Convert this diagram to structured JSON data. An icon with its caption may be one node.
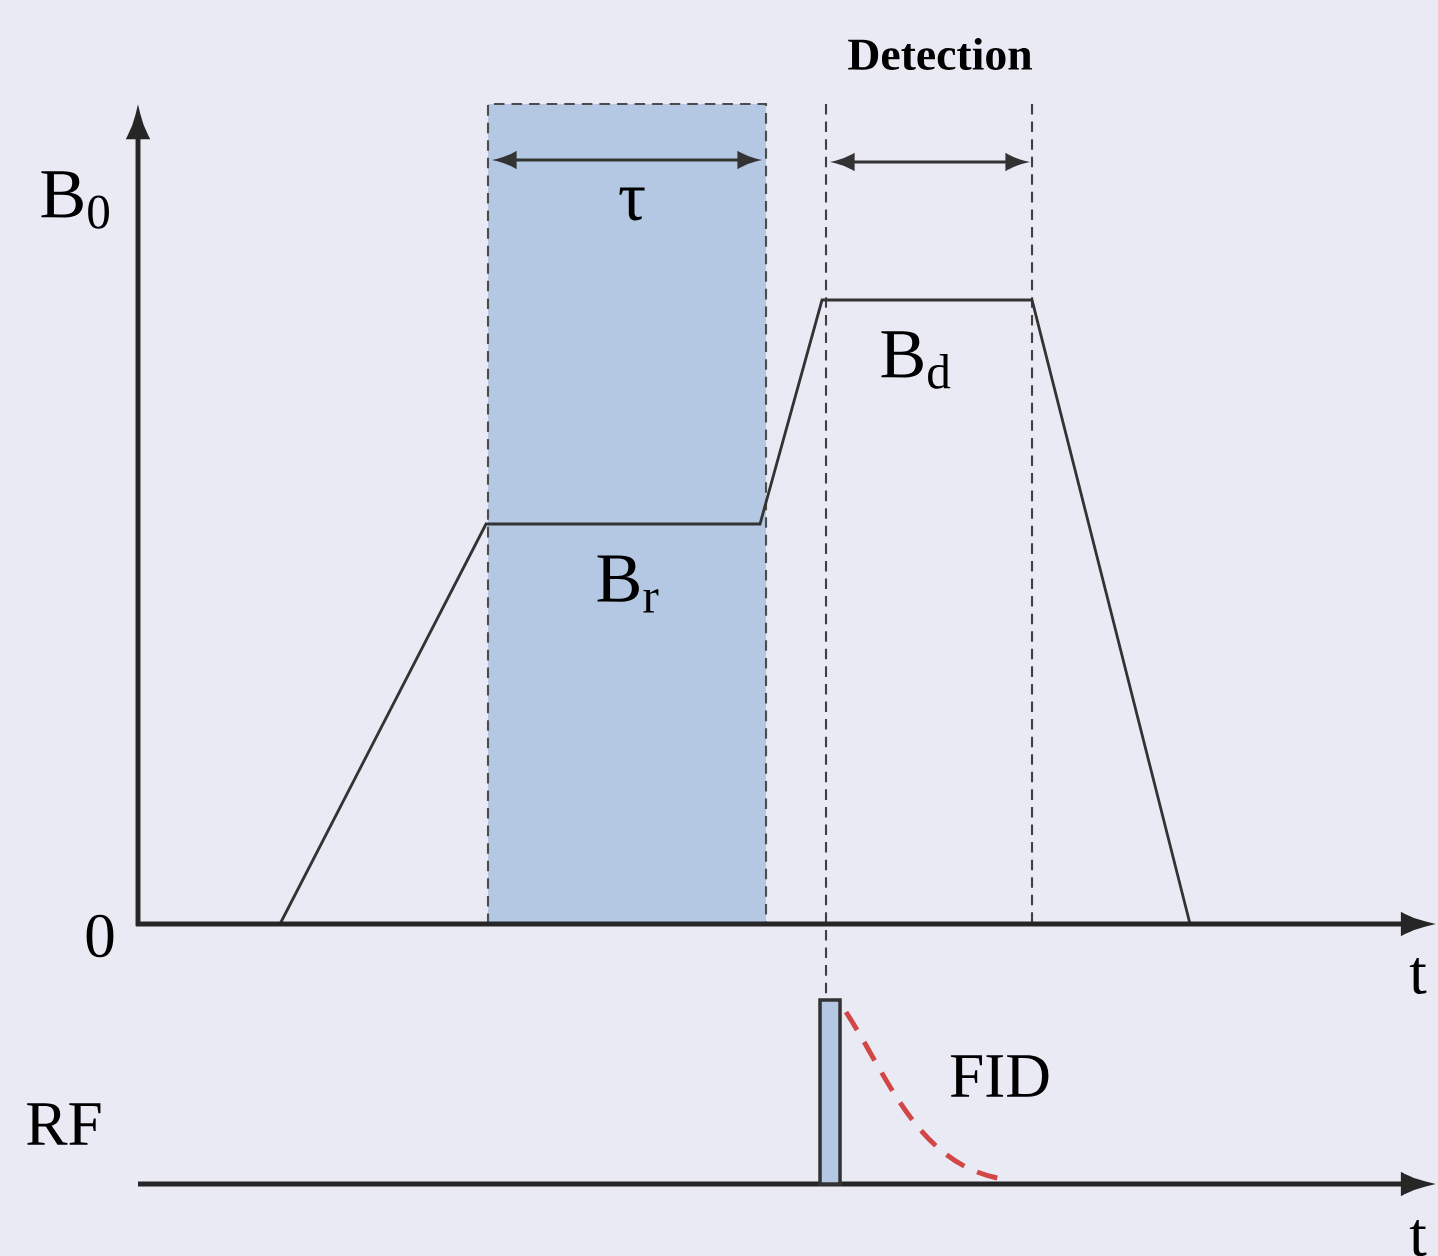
{
  "diagram": {
    "labels": [
      "Detection",
      "B$_{0}$",
      "τ",
      "B$_{d}$",
      "B$_{r}$",
      "0",
      "t",
      "FID",
      "RF",
      "t"
    ]
  }
}
